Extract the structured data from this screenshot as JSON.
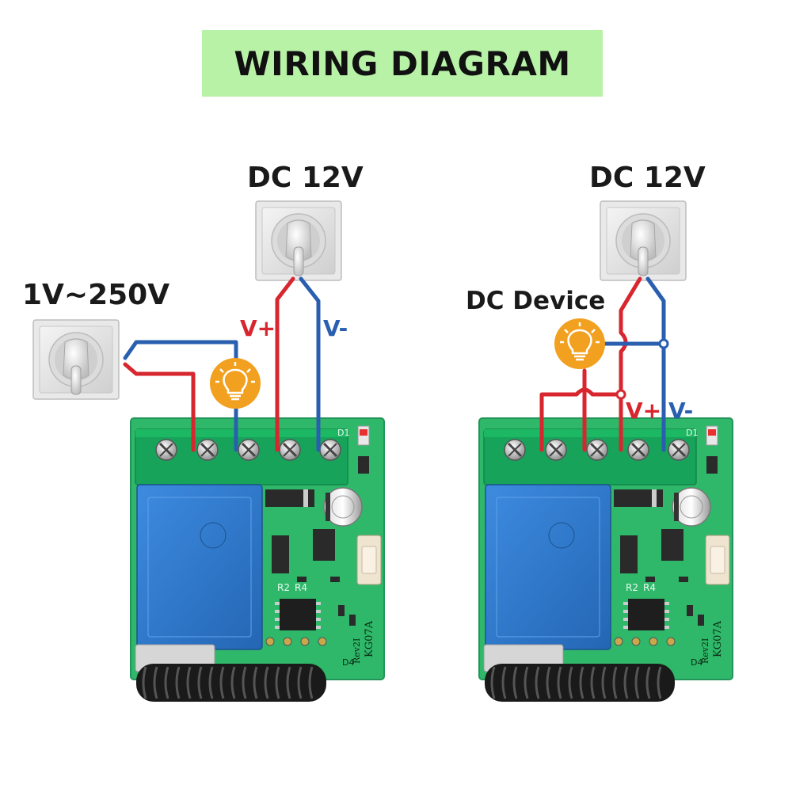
{
  "title": "WIRING DIAGRAM",
  "left": {
    "dc_label": "DC 12V",
    "ac_label": "1V~250V",
    "v_plus": "V+",
    "v_minus": "V-",
    "board_marks": {
      "model": "KG07A",
      "rev": "Rev2I",
      "r2": "R2",
      "r4": "R4",
      "d1": "D1",
      "d4": "D4"
    }
  },
  "right": {
    "dc_label": "DC 12V",
    "device_label": "DC Device",
    "v_plus": "V+",
    "v_minus": "V-",
    "board_marks": {
      "model": "KG07A",
      "rev": "Rev2I",
      "r2": "R2",
      "r4": "R4",
      "d1": "D1",
      "d4": "D4"
    }
  },
  "colors": {
    "banner": "#b8f2a6",
    "pcb": "#2fb86a",
    "terminal_block": "#17a35a",
    "relay": "#2f7fd0",
    "wire_positive": "#d8262f",
    "wire_negative": "#2a5fb0",
    "bulb": "#f2a020"
  },
  "icons": [
    "wall-socket-icon",
    "plug-icon",
    "light-bulb-icon",
    "screw-terminal-icon",
    "relay-icon",
    "capacitor-icon",
    "antenna-coil-icon"
  ]
}
